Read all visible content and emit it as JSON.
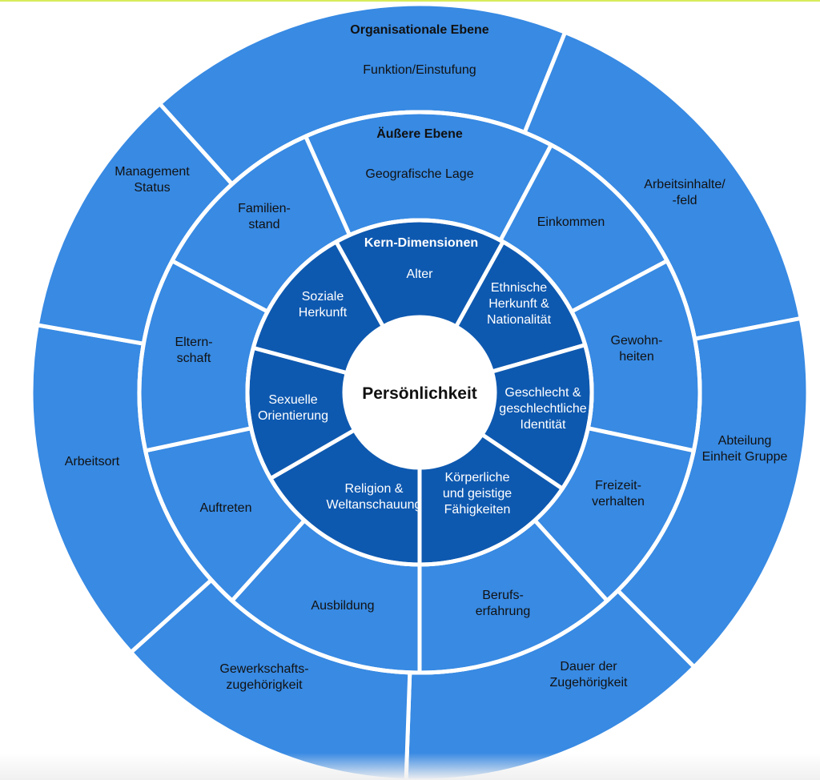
{
  "layers": {
    "outer": {
      "title": "Organisationale Ebene",
      "segments": [
        {
          "id": "funktion",
          "lines": [
            "Funktion/Einstufung"
          ]
        },
        {
          "id": "arbeitsinhalte",
          "lines": [
            "Arbeitsinhalte/",
            "-feld"
          ]
        },
        {
          "id": "abteilung",
          "lines": [
            "Abteilung",
            "Einheit Gruppe"
          ]
        },
        {
          "id": "dauer",
          "lines": [
            "Dauer der",
            "Zugehörigkeit"
          ]
        },
        {
          "id": "gewerkschaft",
          "lines": [
            "Gewerkschafts-",
            "zugehörigkeit"
          ]
        },
        {
          "id": "arbeitsort",
          "lines": [
            "Arbeitsort"
          ]
        },
        {
          "id": "management",
          "lines": [
            "Management",
            "Status"
          ]
        }
      ]
    },
    "middle": {
      "title": "Äußere Ebene",
      "segments": [
        {
          "id": "geografische-lage",
          "lines": [
            "Geografische Lage"
          ]
        },
        {
          "id": "einkommen",
          "lines": [
            "Einkommen"
          ]
        },
        {
          "id": "gewohnheiten",
          "lines": [
            "Gewohn-",
            "heiten"
          ]
        },
        {
          "id": "freizeitverhalten",
          "lines": [
            "Freizeit-",
            "verhalten"
          ]
        },
        {
          "id": "berufserfahrung",
          "lines": [
            "Berufs-",
            "erfahrung"
          ]
        },
        {
          "id": "ausbildung",
          "lines": [
            "Ausbildung"
          ]
        },
        {
          "id": "auftreten",
          "lines": [
            "Auftreten"
          ]
        },
        {
          "id": "elternschaft",
          "lines": [
            "Eltern-",
            "schaft"
          ]
        },
        {
          "id": "familienstand",
          "lines": [
            "Familien-",
            "stand"
          ]
        }
      ]
    },
    "inner": {
      "title": "Kern-Dimensionen",
      "segments": [
        {
          "id": "alter",
          "lines": [
            "Alter"
          ]
        },
        {
          "id": "ethnische-herkunft",
          "lines": [
            "Ethnische",
            "Herkunft &",
            "Nationalität"
          ]
        },
        {
          "id": "geschlecht",
          "lines": [
            "Geschlecht &",
            "geschlechtliche",
            "Identität"
          ]
        },
        {
          "id": "koerperliche-faehigkeiten",
          "lines": [
            "Körperliche",
            "und geistige",
            "Fähigkeiten"
          ]
        },
        {
          "id": "religion",
          "lines": [
            "Religion &",
            "Weltanschauung"
          ]
        },
        {
          "id": "sexuelle-orientierung",
          "lines": [
            "Sexuelle",
            "Orientierung"
          ]
        },
        {
          "id": "soziale-herkunft",
          "lines": [
            "Soziale",
            "Herkunft"
          ]
        }
      ]
    },
    "center": {
      "label": "Persönlichkeit"
    }
  },
  "colors": {
    "outer_fill": "#388ae3",
    "middle_fill": "#388ae3",
    "inner_fill": "#0e59b0",
    "center_fill": "#ffffff",
    "separator": "#ffffff"
  }
}
